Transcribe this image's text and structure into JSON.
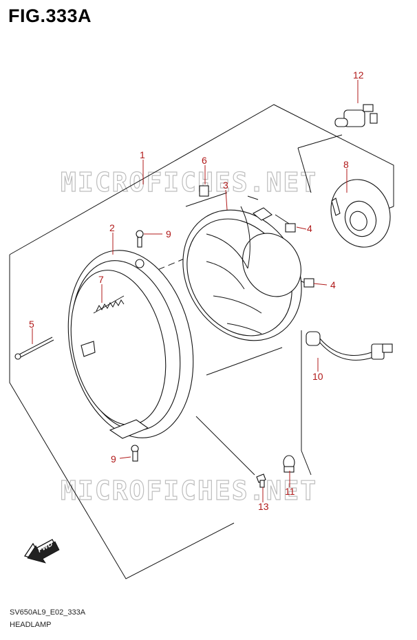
{
  "figure": {
    "title": "FIG.333A",
    "code": "SV650AL9_E02_333A",
    "name": "HEADLAMP"
  },
  "watermark": "MICROFICHES.NET",
  "fwd_label": "FWD",
  "callouts": [
    "1",
    "2",
    "3",
    "4",
    "4",
    "5",
    "6",
    "7",
    "8",
    "9",
    "9",
    "10",
    "11",
    "12",
    "13"
  ],
  "colors": {
    "callout": "#b01818",
    "line": "#111111",
    "watermark_outline": "#bdbdbd"
  },
  "icons": {
    "fwd": "forward-arrow-icon"
  }
}
